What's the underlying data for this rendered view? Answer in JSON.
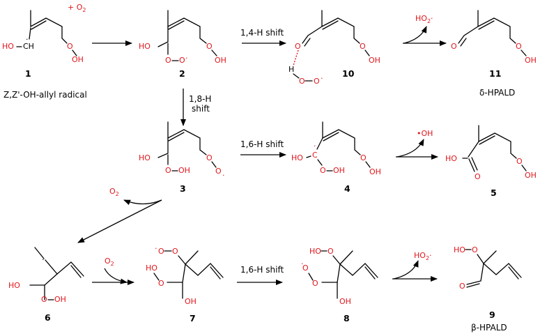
{
  "reagents": {
    "plus_o2": "+ O",
    "plus_o2_sub": "2",
    "o2_left": "O",
    "o2_left_sub": "2",
    "o2_mid": "O",
    "o2_mid_sub": "2",
    "ho2_top": "HO",
    "ho2_top_sub": "2",
    "ho2_bottom": "HO",
    "ho2_bottom_sub": "2",
    "oh_mid": "•OH"
  },
  "arrow_labels": {
    "h14": "1,4-H shift",
    "h18_line1": "1,8-H",
    "h18_line2": "shift",
    "h16_mid": "1,6-H shift",
    "h16_bottom": "1,6-H shift"
  },
  "compounds": {
    "c1": {
      "number": "1",
      "name": "Z,Z'-OH-allyl radical"
    },
    "c2": {
      "number": "2"
    },
    "c3": {
      "number": "3"
    },
    "c4": {
      "number": "4"
    },
    "c5": {
      "number": "5"
    },
    "c6": {
      "number": "6"
    },
    "c7": {
      "number": "7"
    },
    "c8": {
      "number": "8"
    },
    "c9": {
      "number": "9",
      "name": "β-HPALD"
    },
    "c10": {
      "number": "10"
    },
    "c11": {
      "number": "11",
      "name": "δ-HPALD"
    }
  },
  "atoms": {
    "ho": "HO",
    "oh": "OH",
    "o": "O",
    "c": "C",
    "ch": "CH",
    "h": "H",
    "dot": "·"
  },
  "colors": {
    "heteroatom": "#e0161b",
    "bond": "#000000"
  }
}
